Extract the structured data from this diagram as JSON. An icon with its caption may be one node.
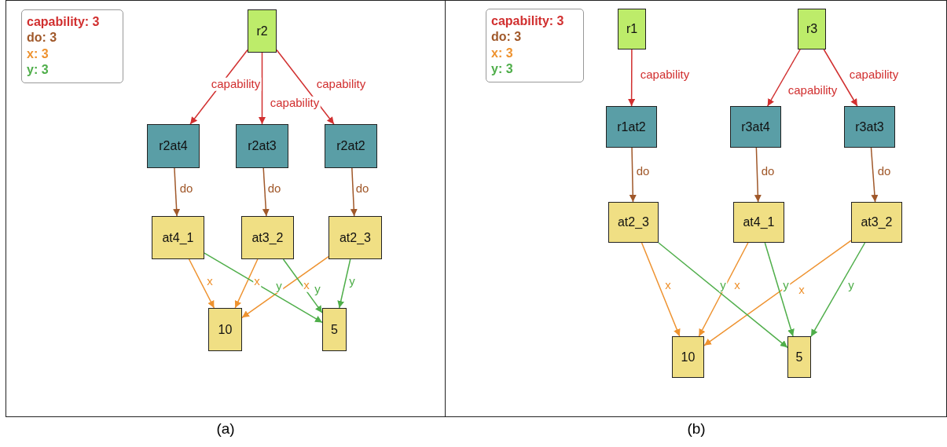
{
  "diagram": {
    "nodes": [
      {
        "text": [
          "r2"
        ]
      },
      {
        "text": [
          "r2at4"
        ]
      },
      {
        "text": [
          "r2at3"
        ]
      },
      {
        "text": [
          "r2at2"
        ]
      },
      {
        "text": [
          "at4_1"
        ]
      },
      {
        "text": [
          "at3_2"
        ]
      },
      {
        "text": [
          "at2_3"
        ]
      },
      {
        "text": [
          "10"
        ]
      },
      {
        "text": [
          "5"
        ]
      },
      {
        "text": [
          "r1"
        ]
      },
      {
        "text": [
          "r3"
        ]
      },
      {
        "text": [
          "r1at2"
        ]
      },
      {
        "text": [
          "r3at4"
        ]
      },
      {
        "text": [
          "r3at3"
        ]
      },
      {
        "text": [
          "at2_3"
        ]
      },
      {
        "text": [
          "at4_1"
        ]
      },
      {
        "text": [
          "at3_2"
        ]
      },
      {
        "text": [
          "10"
        ]
      },
      {
        "text": [
          "5"
        ]
      }
    ],
    "edges": [
      {
        "from": 0,
        "to": 1,
        "arrow": "to",
        "label": "capability",
        "color": "#d12f2f"
      },
      {
        "from": 0,
        "to": 2,
        "arrow": "to",
        "label": "capability",
        "color": "#d12f2f"
      },
      {
        "from": 0,
        "to": 3,
        "arrow": "to",
        "label": "capability",
        "color": "#d12f2f"
      },
      {
        "from": 1,
        "to": 4,
        "arrow": "to",
        "label": "do",
        "color": "#a0582a"
      },
      {
        "from": 2,
        "to": 5,
        "arrow": "to",
        "label": "do",
        "color": "#a0582a"
      },
      {
        "from": 3,
        "to": 6,
        "arrow": "to",
        "label": "do",
        "color": "#a0582a"
      },
      {
        "from": 4,
        "to": 7,
        "arrow": "to",
        "label": "x",
        "color": "#ee922f"
      },
      {
        "from": 5,
        "to": 7,
        "arrow": "to",
        "label": "x",
        "color": "#ee922f"
      },
      {
        "from": 6,
        "to": 7,
        "arrow": "to",
        "label": "x",
        "color": "#ee922f"
      },
      {
        "from": 4,
        "to": 8,
        "arrow": "to",
        "label": "y",
        "color": "#4fae4a"
      },
      {
        "from": 5,
        "to": 8,
        "arrow": "to",
        "label": "y",
        "color": "#4fae4a"
      },
      {
        "from": 6,
        "to": 8,
        "arrow": "to",
        "label": "y",
        "color": "#4fae4a"
      },
      {
        "from": 9,
        "to": 11,
        "arrow": "to",
        "label": "capability",
        "color": "#d12f2f"
      },
      {
        "from": 10,
        "to": 12,
        "arrow": "to",
        "label": "capability",
        "color": "#d12f2f"
      },
      {
        "from": 10,
        "to": 13,
        "arrow": "to",
        "label": "capability",
        "color": "#d12f2f"
      },
      {
        "from": 11,
        "to": 14,
        "arrow": "to",
        "label": "do",
        "color": "#a0582a"
      },
      {
        "from": 12,
        "to": 15,
        "arrow": "to",
        "label": "do",
        "color": "#a0582a"
      },
      {
        "from": 13,
        "to": 16,
        "arrow": "to",
        "label": "do",
        "color": "#a0582a"
      },
      {
        "from": 14,
        "to": 17,
        "arrow": "to",
        "label": "x",
        "color": "#ee922f"
      },
      {
        "from": 15,
        "to": 17,
        "arrow": "to",
        "label": "x",
        "color": "#ee922f"
      },
      {
        "from": 16,
        "to": 17,
        "arrow": "to",
        "label": "x",
        "color": "#ee922f"
      },
      {
        "from": 14,
        "to": 18,
        "arrow": "to",
        "label": "y",
        "color": "#4fae4a"
      },
      {
        "from": 15,
        "to": 18,
        "arrow": "to",
        "label": "y",
        "color": "#4fae4a"
      },
      {
        "from": 16,
        "to": 18,
        "arrow": "to",
        "label": "y",
        "color": "#4fae4a"
      }
    ],
    "labels": [
      "(a)",
      "(b)"
    ],
    "legend": [
      {
        "text": "capability: 3",
        "color": "#d12f2f"
      },
      {
        "text": "do: 3",
        "color": "#a0582a"
      },
      {
        "text": "x: 3",
        "color": "#ee922f"
      },
      {
        "text": "y: 3",
        "color": "#4fae4a"
      },
      {
        "text": "capability: 3",
        "color": "#d12f2f"
      },
      {
        "text": "do: 3",
        "color": "#a0582a"
      },
      {
        "text": "x: 3",
        "color": "#ee922f"
      },
      {
        "text": "y: 3",
        "color": "#4fae4a"
      }
    ]
  }
}
